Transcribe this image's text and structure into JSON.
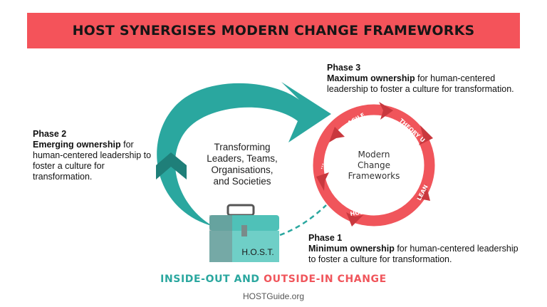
{
  "banner": {
    "title": "HOST SYNERGISES MODERN CHANGE FRAMEWORKS"
  },
  "phases": {
    "phase3": {
      "title": "Phase 3",
      "bold": "Maximum ownership",
      "rest": " for human-centered leadership to foster a culture for transformation."
    },
    "phase2": {
      "title": "Phase 2",
      "bold": "Emerging ownership",
      "rest": " for human-centered leadership to foster a culture for transformation."
    },
    "phase1": {
      "title": "Phase 1",
      "bold": "Minimum ownership",
      "rest": " for human-centered leadership to foster a culture for transformation."
    }
  },
  "center": {
    "lines": [
      "Transforming",
      "Leaders, Teams,",
      "Organisations,",
      "and Societies"
    ]
  },
  "cycle": {
    "center_label": [
      "Modern",
      "Change",
      "Frameworks"
    ],
    "segments": [
      "AGILE",
      "THEORY U",
      "LEAN",
      "HOLACRACY",
      "..."
    ]
  },
  "toolbox": {
    "label": "H.O.S.T."
  },
  "footer": {
    "part1": "INSIDE-OUT AND ",
    "part2": "OUTSIDE-IN CHANGE",
    "site": "HOSTGuide.org"
  },
  "colors": {
    "banner": "#f4535a",
    "teal": "#2aa79f",
    "teal_dark": "#1f7f79",
    "red": "#f0555b",
    "red_dark": "#c9383e"
  }
}
